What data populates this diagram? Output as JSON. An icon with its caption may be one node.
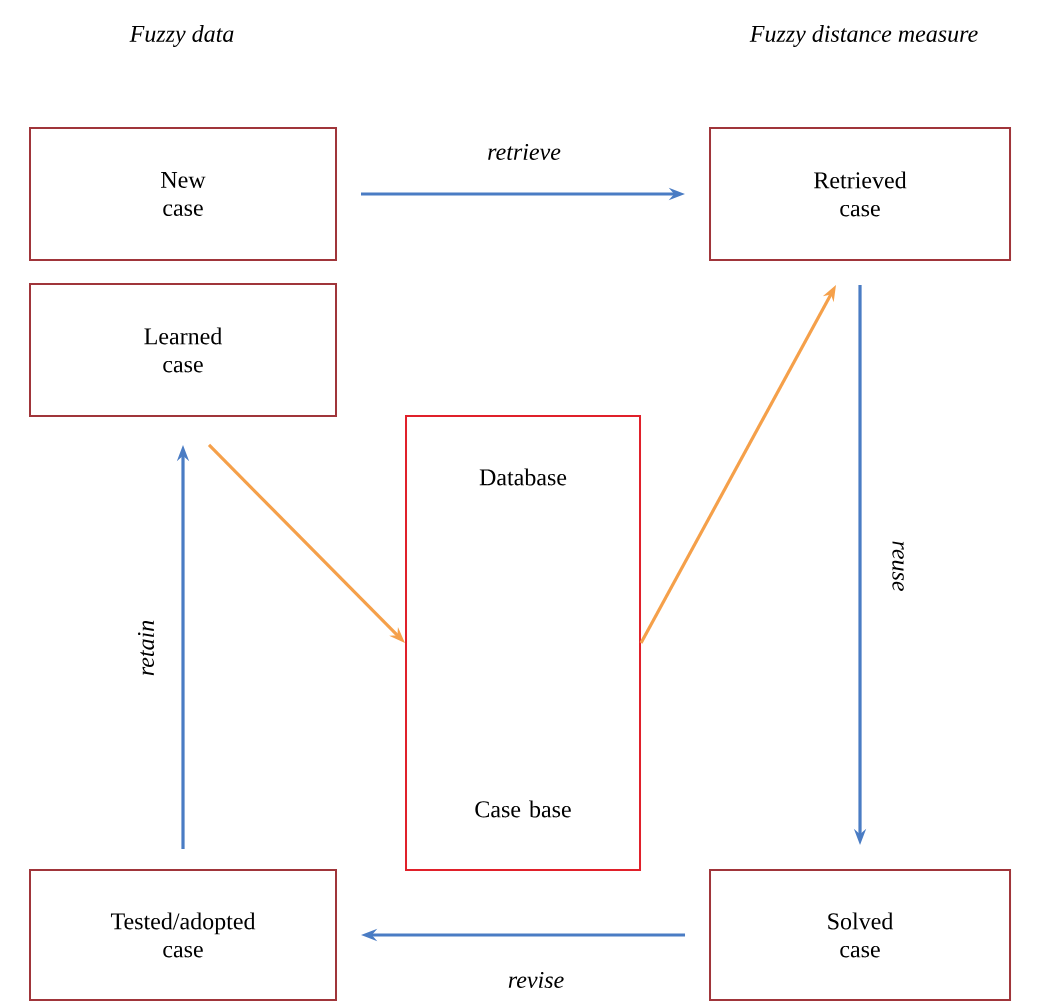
{
  "diagram": {
    "nodes": [
      {
        "text": [
          "New case"
        ]
      },
      {
        "text": [
          "Retrieved case"
        ]
      },
      {
        "text": [
          "Learned case"
        ]
      },
      {
        "text": [
          "Database",
          "Case base"
        ]
      },
      {
        "text": [
          "Tested/adopted case"
        ]
      },
      {
        "text": [
          "Solved case"
        ]
      }
    ],
    "edges": [
      {
        "from": 0,
        "to": 1,
        "arrow": "to",
        "label": "retrieve"
      },
      {
        "from": 1,
        "to": 5,
        "arrow": "to",
        "label": "reuse"
      },
      {
        "from": 5,
        "to": 4,
        "arrow": "to",
        "label": "revise"
      },
      {
        "from": 4,
        "to": 2,
        "arrow": "to",
        "label": "retain"
      },
      {
        "from": 2,
        "to": 3,
        "arrow": "to",
        "color": "#f5a04a"
      },
      {
        "from": 3,
        "to": 1,
        "arrow": "to",
        "color": "#f5a04a"
      }
    ],
    "labels": [
      "Fuzzy data",
      "Fuzzy distance measure"
    ]
  }
}
